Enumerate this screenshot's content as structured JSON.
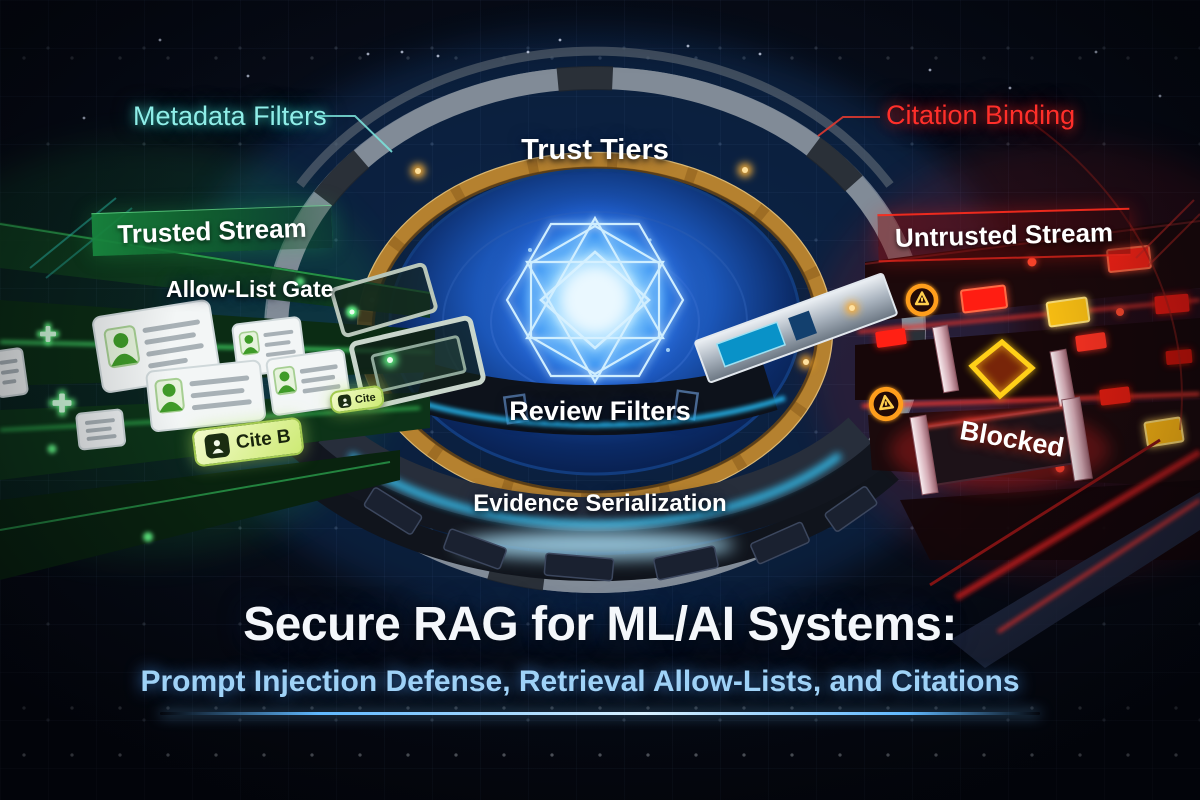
{
  "title": {
    "heading": "Secure RAG for ML/AI Systems:",
    "subheading": "Prompt Injection Defense, Retrieval Allow-Lists, and Citations"
  },
  "annotations": {
    "metadata_filters": "Metadata Filters",
    "citation_binding": "Citation Binding"
  },
  "ring": {
    "top_label": "Trust Tiers",
    "front_label": "Review Filters",
    "base_label": "Evidence Serialization"
  },
  "trusted_stream": {
    "banner": "Trusted Stream",
    "gate_label": "Allow-List Gate",
    "citation_tag_large": "Cite B",
    "citation_tag_small": "Cite"
  },
  "untrusted_stream": {
    "banner": "Untrusted Stream",
    "blocked_label": "Blocked"
  },
  "icons": {
    "person": "person-icon",
    "warning": "warning-icon",
    "plus_marker": "plus-marker-icon",
    "core_crystal": "core-crystal-icon"
  },
  "colors": {
    "trusted_green": "#2ecc5e",
    "untrusted_red": "#ff2e2a",
    "annotation_cyan": "#8feee8",
    "gold_ring": "#c79136",
    "core_blue": "#2e8cff",
    "subtitle_blue": "#9fd2f7"
  }
}
